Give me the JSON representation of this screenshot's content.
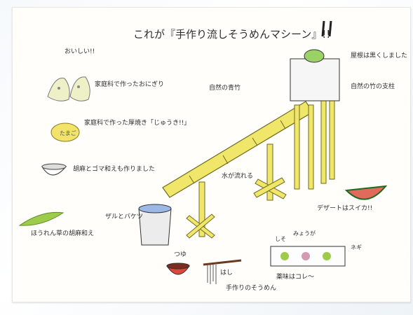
{
  "title": "これが『手作り流しそうめんマシーン』!!",
  "labels": {
    "onigiri_note": "おいしい!!",
    "onigiri": "家庭科で作ったおにぎり",
    "tamagoyaki": "家庭科で作った厚焼き「じゅうき!!」",
    "goma": "胡麻とゴマ和えも作りました",
    "green_veg": "ほうれん草の胡麻和え",
    "bamboo_top": "自然の青竹",
    "roof": "屋根は黒くしました",
    "bamboo_legs": "自然の竹の支柱",
    "water": "水が流れる",
    "bucket": "ザルとバケツ",
    "watermelon": "デザートはスイカ!!",
    "tsuyu": "つゆ",
    "hashi": "はし",
    "somen": "手作りのそうめん",
    "condiments_header": "みょうが",
    "condiment_left": "しそ",
    "condiment_right": "ネギ",
    "condiment_caption": "薬味はコレ〜"
  }
}
